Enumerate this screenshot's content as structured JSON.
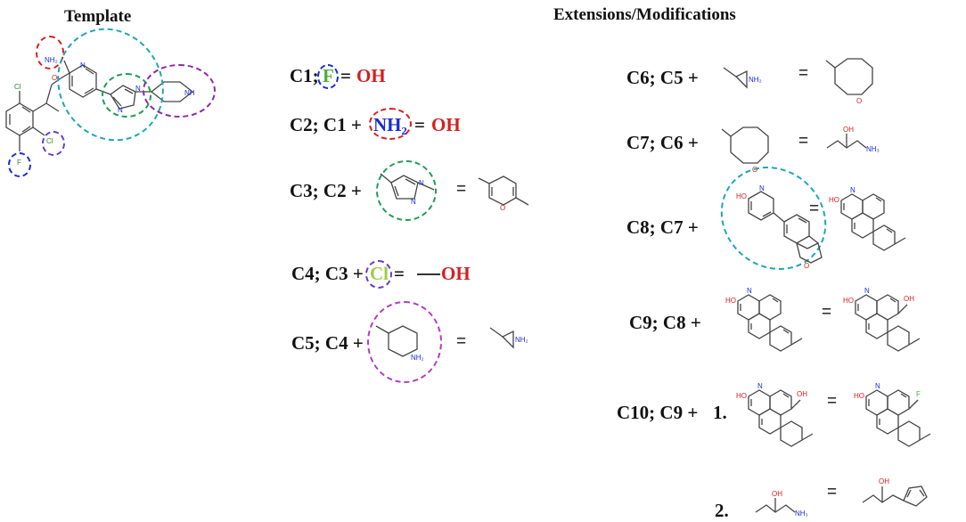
{
  "headings": {
    "template": "Template",
    "extensions": "Extensions/Modifications"
  },
  "atoms": {
    "nh2": "NH₂",
    "o": "O",
    "n": "N",
    "nh": "NH",
    "f": "F",
    "cl": "Cl",
    "oh": "OH",
    "ho": "HO",
    "nh3": "NH₃",
    "nh2plus": "NH₂"
  },
  "rows": {
    "c1": {
      "label": "C1;",
      "sub": "F",
      "eq": "=",
      "res": "OH"
    },
    "c2": {
      "label": "C2; C1 +",
      "sub": "NH₂",
      "eq": "=",
      "res": "OH"
    },
    "c3": {
      "label": "C3; C2 +",
      "eq": "="
    },
    "c4": {
      "label": "C4; C3 +",
      "sub": "Cl",
      "eq": "=",
      "res": "OH"
    },
    "c5": {
      "label": "C5; C4 +",
      "eq": "="
    },
    "c6": {
      "label": "C6; C5 +",
      "eq": "="
    },
    "c7": {
      "label": "C7; C6 +",
      "eq": "="
    },
    "c8": {
      "label": "C8; C7 +",
      "eq": "="
    },
    "c9": {
      "label": "C9; C8 +",
      "eq": "="
    },
    "c10": {
      "label": "C10; C9 +",
      "n1": "1.",
      "n2": "2.",
      "eq": "="
    }
  },
  "colors": {
    "red": "#d42020",
    "blue": "#1a2bd0",
    "teal": "#1fa5b5",
    "green": "#1e9c55",
    "purple": "#8a2bb0",
    "lime": "#9fcc4a"
  }
}
